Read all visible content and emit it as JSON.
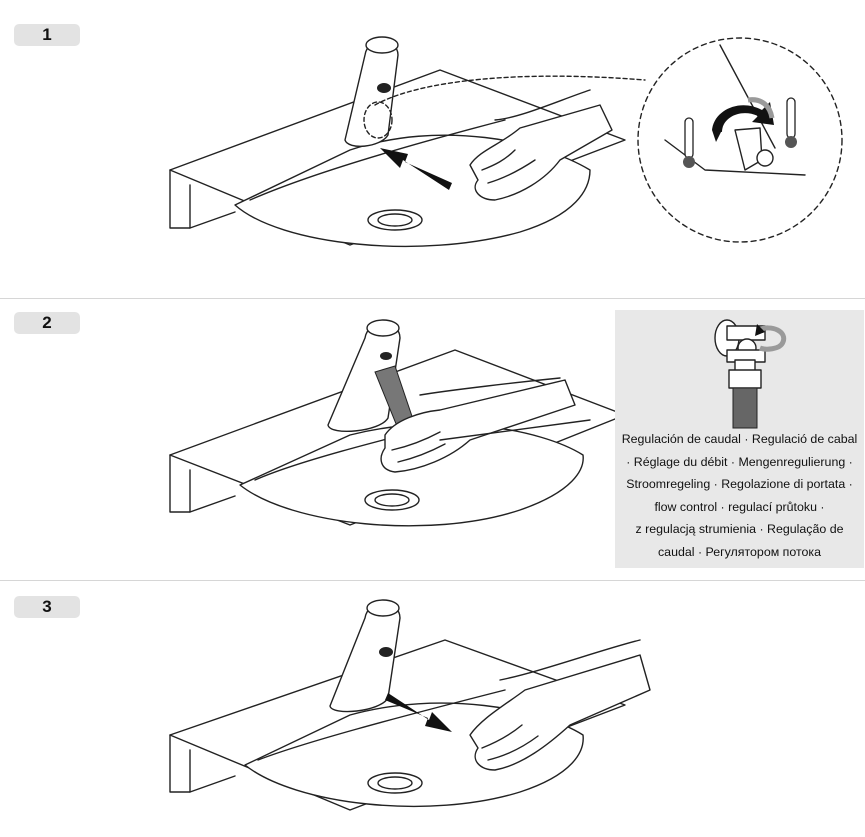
{
  "steps": [
    {
      "number": "1"
    },
    {
      "number": "2"
    },
    {
      "number": "3"
    }
  ],
  "flow_box": {
    "lines": [
      "Regulación de caudal · Regulació de cabal",
      "· Réglage du débit · Mengenregulierung ·",
      "Stroomregeling · Regolazione di portata ·",
      "flow control · regulací průtoku ·",
      "z regulacją strumienia · Regulação de",
      "caudal · Регулятором потока"
    ]
  },
  "colors": {
    "badge": "#e3e3e3",
    "info_box": "#e8e8e8",
    "thermo_hot": "#555555",
    "rotate_arrow": "#9a9a9a"
  }
}
